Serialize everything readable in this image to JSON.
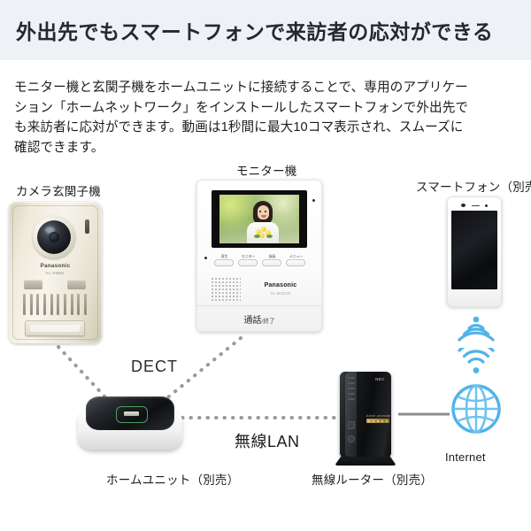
{
  "header": {
    "title": "外出先でもスマートフォンで来訪者の応対ができる"
  },
  "body": {
    "paragraph": "モニター機と玄関子機をホームユニットに接続することで、専用のアプリケーション「ホームネットワーク」をインストールしたスマートフォンで外出先でも来訪者に応対ができます。動画は1秒間に最大10コマ表示され、スムーズに確認できます。"
  },
  "diagram": {
    "devices": {
      "camera": {
        "caption": "カメラ玄関子機",
        "brand": "Panasonic",
        "model": "VL-V566L"
      },
      "monitor": {
        "caption": "モニター機",
        "brand": "Panasonic",
        "model": "VL-MGE30",
        "buttons": [
          {
            "label": "再生"
          },
          {
            "label": "モニター"
          },
          {
            "label": "録画"
          },
          {
            "label": "メニュー"
          }
        ],
        "talk_button_main": "通話",
        "talk_button_sub": "/終了"
      },
      "smartphone": {
        "caption": "スマートフォン（別売）"
      },
      "home_unit": {
        "caption": "ホームユニット（別売）"
      },
      "router": {
        "caption": "無線ルーター（別売）",
        "brand": "NEC",
        "led_label": "Aterm  promode"
      },
      "internet": {
        "caption": "Internet"
      }
    },
    "connection_labels": {
      "dect": "DECT",
      "wireless_lan": "無線LAN"
    },
    "colors": {
      "header_band": "#eef2f7",
      "title_text": "#23292f",
      "body_text": "#1d1d1d",
      "accent_blue": "#4fb3e8",
      "line_gray": "#9b9b9b"
    }
  }
}
